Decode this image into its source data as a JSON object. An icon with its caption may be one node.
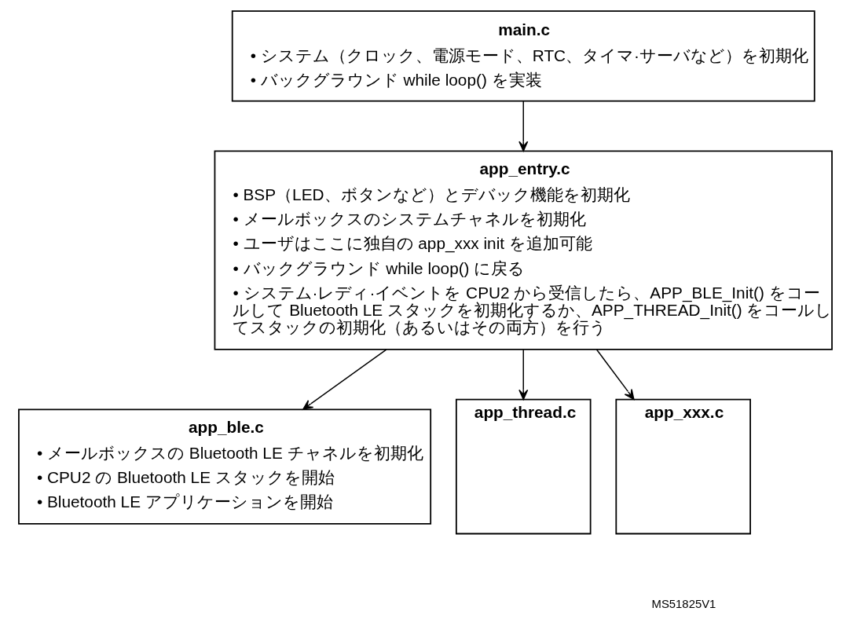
{
  "diagram": {
    "nodes": [
      {
        "text": [
          "main.c",
          "• システム（クロック、電源モード、RTC、タイマ·サーバなど）を初期化",
          "• バックグラウンド while loop() を実装"
        ]
      },
      {
        "text": [
          "app_entry.c",
          "• BSP（LED、ボタンなど）とデバック機能を初期化",
          "• メールボックスのシステムチャネルを初期化",
          "• ユーザはここに独自の app_xxx init を追加可能",
          "• バックグラウンド while loop() に戻る",
          "• システム·レディ·イベントを CPU2 から受信したら、APP_BLE_Init() をコールして Bluetooth LE スタックを初期化するか、APP_THREAD_Init() をコールしてスタックの初期化（あるいはその両方）を行う"
        ]
      },
      {
        "text": [
          "app_ble.c",
          "• メールボックスの Bluetooth LE チャネルを初期化",
          "• CPU2 の Bluetooth LE スタックを開始",
          "• Bluetooth LE アプリケーションを開始"
        ]
      },
      {
        "text": [
          "app_thread.c"
        ]
      },
      {
        "text": [
          "app_xxx.c"
        ]
      }
    ],
    "edges": [
      {
        "from": 0,
        "to": 1,
        "arrow": "to"
      },
      {
        "from": 1,
        "to": 2,
        "arrow": "to"
      },
      {
        "from": 1,
        "to": 3,
        "arrow": "to"
      },
      {
        "from": 1,
        "to": 4,
        "arrow": "to"
      }
    ],
    "labels": [
      "MS51825V1"
    ]
  }
}
